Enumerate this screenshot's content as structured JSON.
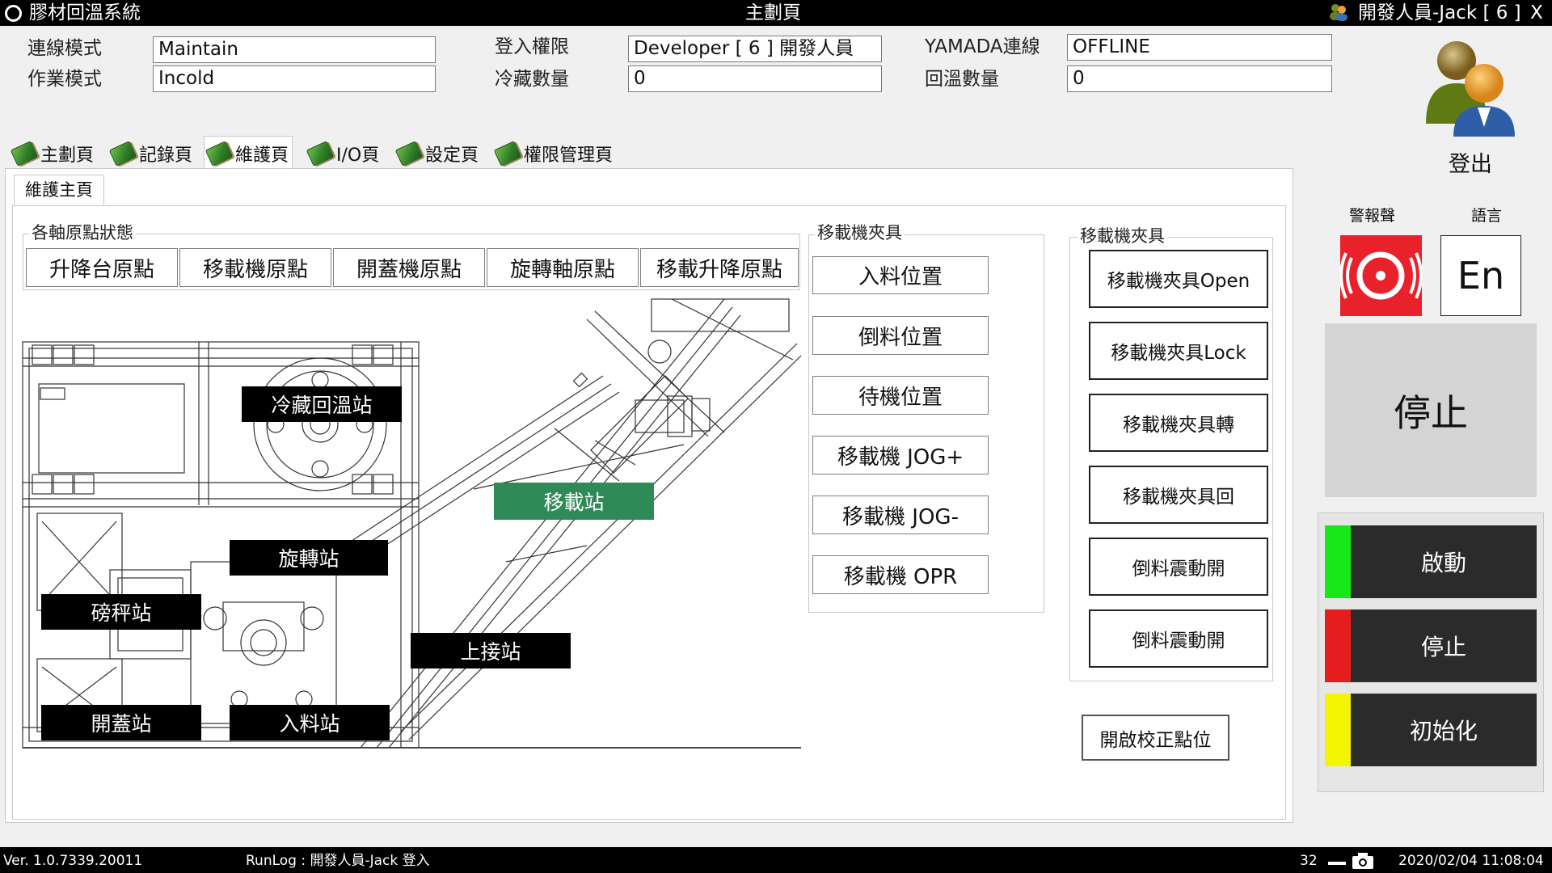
{
  "window": {
    "app_title": "膠材回溫系統",
    "center_title": "主劃頁",
    "user_title": "開發人員-Jack [ 6 ]",
    "close_label": "X"
  },
  "header": {
    "conn_mode_label": "連線模式",
    "conn_mode_value": "Maintain",
    "work_mode_label": "作業模式",
    "work_mode_value": "Incold",
    "login_perm_label": "登入權限",
    "login_perm_value": "Developer [ 6 ] 開發人員",
    "cold_count_label": "冷藏數量",
    "cold_count_value": "0",
    "yamada_label": "YAMADA連線",
    "yamada_value": "OFFLINE",
    "warm_count_label": "回溫數量",
    "warm_count_value": "0",
    "logout_label": "登出"
  },
  "tabs": [
    {
      "label": "主劃頁"
    },
    {
      "label": "記錄頁"
    },
    {
      "label": "維護頁"
    },
    {
      "label": "I/O頁"
    },
    {
      "label": "設定頁"
    },
    {
      "label": "權限管理頁"
    }
  ],
  "active_tab": "維護頁",
  "subtab": "維護主頁",
  "origin_group": {
    "title": "各軸原點狀態",
    "buttons": [
      "升降台原點",
      "移載機原點",
      "開蓋機原點",
      "旋轉軸原點",
      "移載升降原點"
    ]
  },
  "stations": {
    "cold": "冷藏回溫站",
    "transfer": "移載站",
    "rotate": "旋轉站",
    "weigh": "磅秤站",
    "upper": "上接站",
    "lid": "開蓋站",
    "feed": "入料站"
  },
  "position_group": {
    "title": "移載機夾具",
    "buttons": [
      "入料位置",
      "倒料位置",
      "待機位置",
      "移載機 JOG+",
      "移載機 JOG-",
      "移載機 OPR"
    ]
  },
  "gripper_group": {
    "title": "移載機夾具",
    "buttons": [
      "移載機夾具Open",
      "移載機夾具Lock",
      "移載機夾具轉",
      "移載機夾具回",
      "倒料震動開",
      "倒料震動開"
    ]
  },
  "calibration_button": "開啟校正點位",
  "side": {
    "alarm_label": "警報聲",
    "lang_label": "語言",
    "lang_button": "En",
    "stop_big": "停止",
    "start": "啟動",
    "stop": "停止",
    "init": "初始化",
    "colors": {
      "start": "#17e817",
      "stop": "#e51d1d",
      "init": "#f5f500",
      "alarm": "#e8212a",
      "transfer_station": "#2e8b57"
    }
  },
  "statusbar": {
    "version": "Ver. 1.0.7339.20011",
    "runlog": "RunLog : 開發人員-Jack 登入",
    "count": "32",
    "datetime": "2020/02/04 11:08:04"
  }
}
